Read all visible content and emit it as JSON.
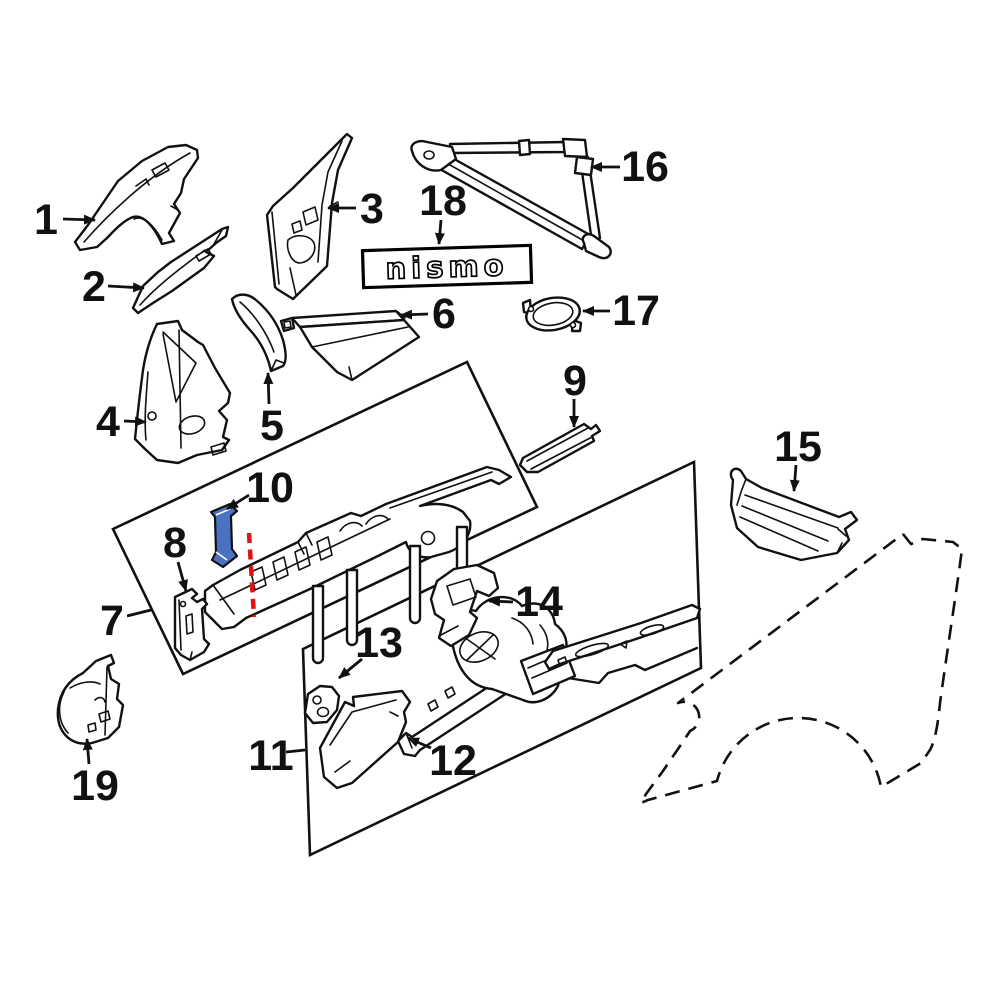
{
  "figure": {
    "type": "exploded-parts-diagram",
    "badge": {
      "text": "nismo"
    },
    "highlighted_callout": "10",
    "colors": {
      "line": "#111111",
      "highlight": "#4a72c2",
      "reference": "#e01212",
      "background": "#ffffff"
    },
    "callouts": [
      {
        "label": "1",
        "part": "hoodledge-apron-left"
      },
      {
        "label": "2",
        "part": "hoodledge-reinforcement"
      },
      {
        "label": "3",
        "part": "dash-side-panel"
      },
      {
        "label": "4",
        "part": "hoodledge-assembly-front"
      },
      {
        "label": "5",
        "part": "hoodledge-brace"
      },
      {
        "label": "6",
        "part": "battery-tray"
      },
      {
        "label": "7",
        "part": "front-side-member-section"
      },
      {
        "label": "8",
        "part": "side-member-bracket"
      },
      {
        "label": "9",
        "part": "sill-channel"
      },
      {
        "label": "10",
        "part": "side-member-reinforcement",
        "highlighted": true
      },
      {
        "label": "11",
        "part": "rear-side-member-section"
      },
      {
        "label": "12",
        "part": "side-member-closing-plate"
      },
      {
        "label": "13",
        "part": "grommet-plate"
      },
      {
        "label": "14",
        "part": "support-bracket"
      },
      {
        "label": "15",
        "part": "side-member-extension"
      },
      {
        "label": "16",
        "part": "strut-tower-brace"
      },
      {
        "label": "17",
        "part": "inspection-cover"
      },
      {
        "label": "18",
        "part": "nismo-emblem"
      },
      {
        "label": "19",
        "part": "mounting-bracket"
      }
    ]
  }
}
